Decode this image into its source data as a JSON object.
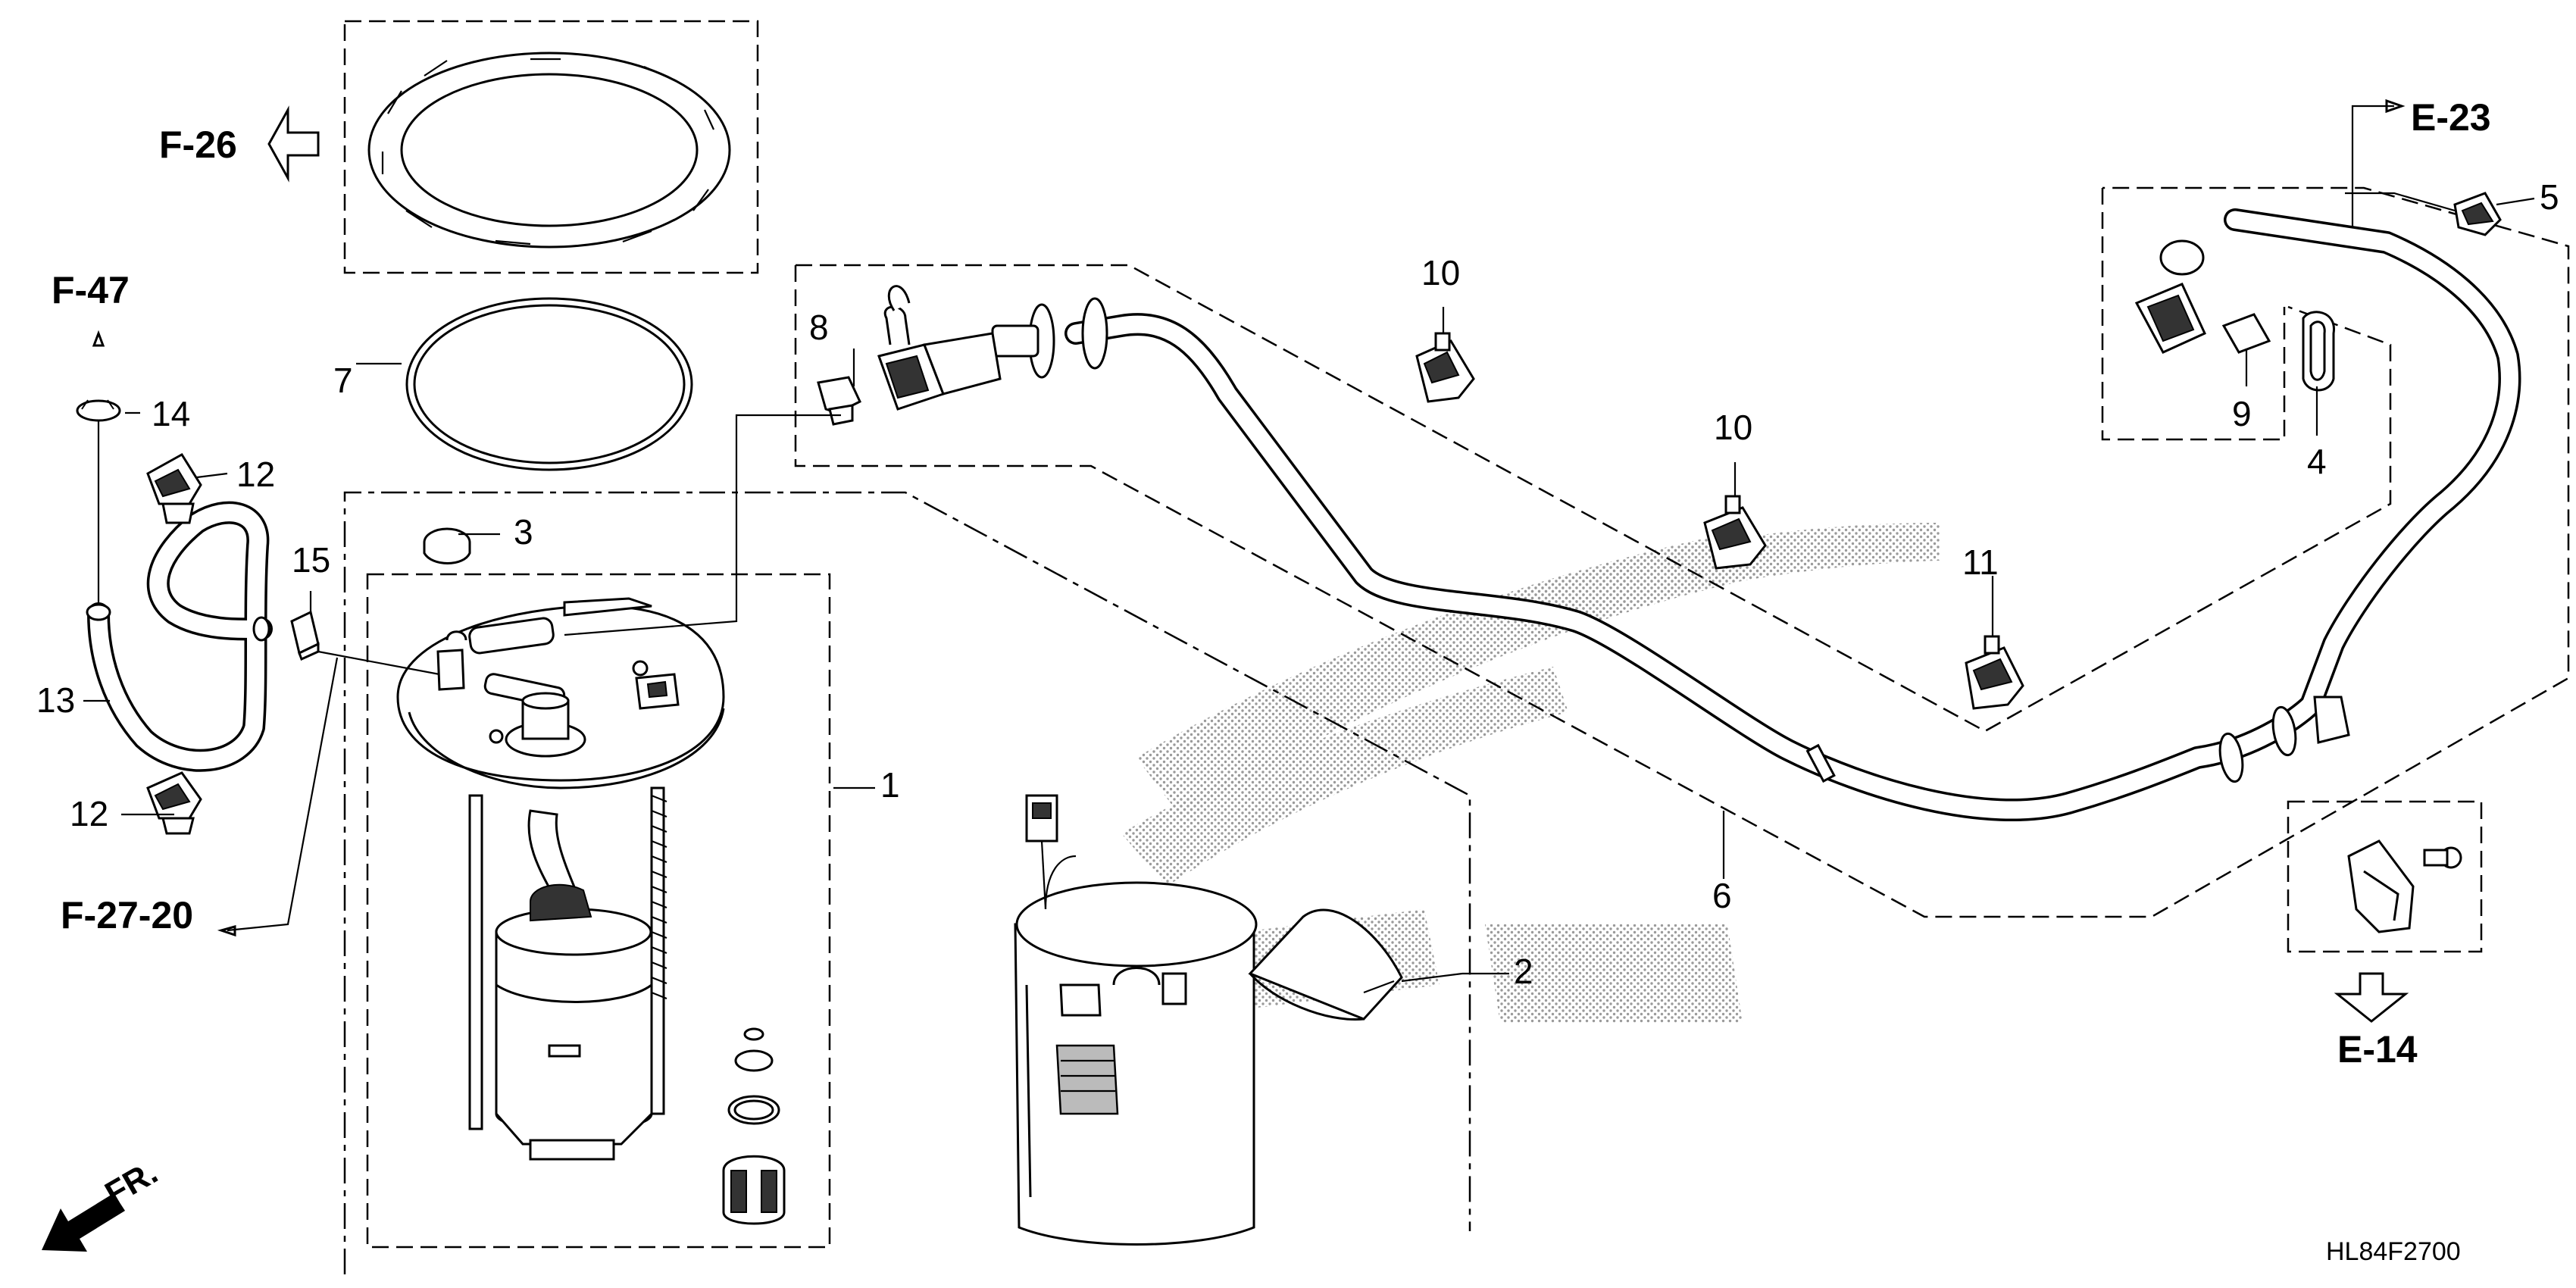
{
  "references": {
    "f26": "F-26",
    "f47": "F-47",
    "f2720": "F-27-20",
    "e23": "E-23",
    "e14": "E-14"
  },
  "callouts": {
    "c1": "1",
    "c2": "2",
    "c3": "3",
    "c4": "4",
    "c5": "5",
    "c6": "6",
    "c7": "7",
    "c8": "8",
    "c9": "9",
    "c10a": "10",
    "c10b": "10",
    "c11": "11",
    "c12a": "12",
    "c12b": "12",
    "c13": "13",
    "c14": "14",
    "c15": "15"
  },
  "front_label": "FR.",
  "diagram_code": "HL84F2700"
}
